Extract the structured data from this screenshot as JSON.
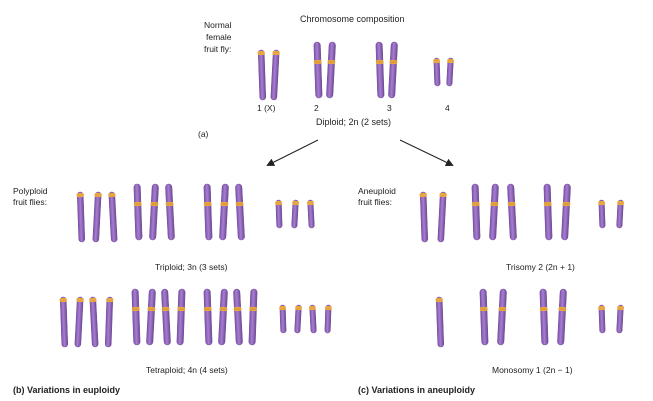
{
  "title": "Chromosome composition",
  "normal_label_lines": [
    "Normal",
    "female",
    "fruit fly:"
  ],
  "chromosome_numbers": [
    "1 (X)",
    "2",
    "3",
    "4"
  ],
  "diploid_label": "Diploid; 2n (2 sets)",
  "panel_a": "(a)",
  "polyploid_label_lines": [
    "Polyploid",
    "fruit flies:"
  ],
  "aneuploid_label_lines": [
    "Aneuploid",
    "fruit flies:"
  ],
  "triploid_label": "Triploid; 3n (3 sets)",
  "tetraploid_label": "Tetraploid; 4n (4 sets)",
  "trisomy_label": "Trisomy 2 (2n + 1)",
  "monosomy_label": "Monosomy 1 (2n − 1)",
  "panel_b": "(b) Variations in euploidy",
  "panel_c": "(c) Variations in aneuploidy",
  "colors": {
    "chromosome": "#9b6fc6",
    "chromosome_dark": "#6f4a96",
    "centromere": "#e8a640",
    "arrow": "#222222"
  },
  "karyotypes": {
    "normal": {
      "chr1": 2,
      "chr2": 2,
      "chr3": 2,
      "chr4": 2
    },
    "triploid": {
      "chr1": 3,
      "chr2": 3,
      "chr3": 3,
      "chr4": 3
    },
    "tetraploid": {
      "chr1": 4,
      "chr2": 4,
      "chr3": 4,
      "chr4": 4
    },
    "trisomy_2": {
      "chr1": 2,
      "chr2": 3,
      "chr3": 2,
      "chr4": 2
    },
    "monosomy_1": {
      "chr1": 1,
      "chr2": 2,
      "chr3": 2,
      "chr4": 2
    }
  }
}
